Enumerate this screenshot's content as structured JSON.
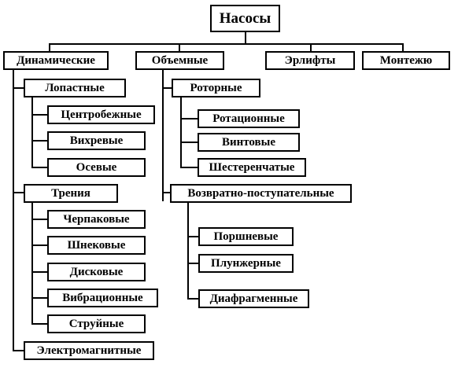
{
  "root": "Насосы",
  "categories": {
    "dynamic": "Динамические",
    "volumetric": "Объемные",
    "airlift": "Эрлифты",
    "montejus": "Монтежю"
  },
  "dynamic": {
    "vane": {
      "label": "Лопастные",
      "items": [
        "Центробежные",
        "Вихревые",
        "Осевые"
      ]
    },
    "friction": {
      "label": "Трения",
      "items": [
        "Черпаковые",
        "Шнековые",
        "Дисковые",
        "Вибрационные",
        "Струйные"
      ]
    },
    "electromagnetic": "Электромагнитные"
  },
  "volumetric": {
    "rotary": {
      "label": "Роторные",
      "items": [
        "Ротационные",
        "Винтовые",
        "Шестеренчатые"
      ]
    },
    "reciprocating": {
      "label": "Возвратно-поступательные",
      "items": [
        "Поршневые",
        "Плунжерные",
        "Диафрагменные"
      ]
    }
  },
  "colors": {
    "stroke": "#000000",
    "background": "#ffffff"
  }
}
